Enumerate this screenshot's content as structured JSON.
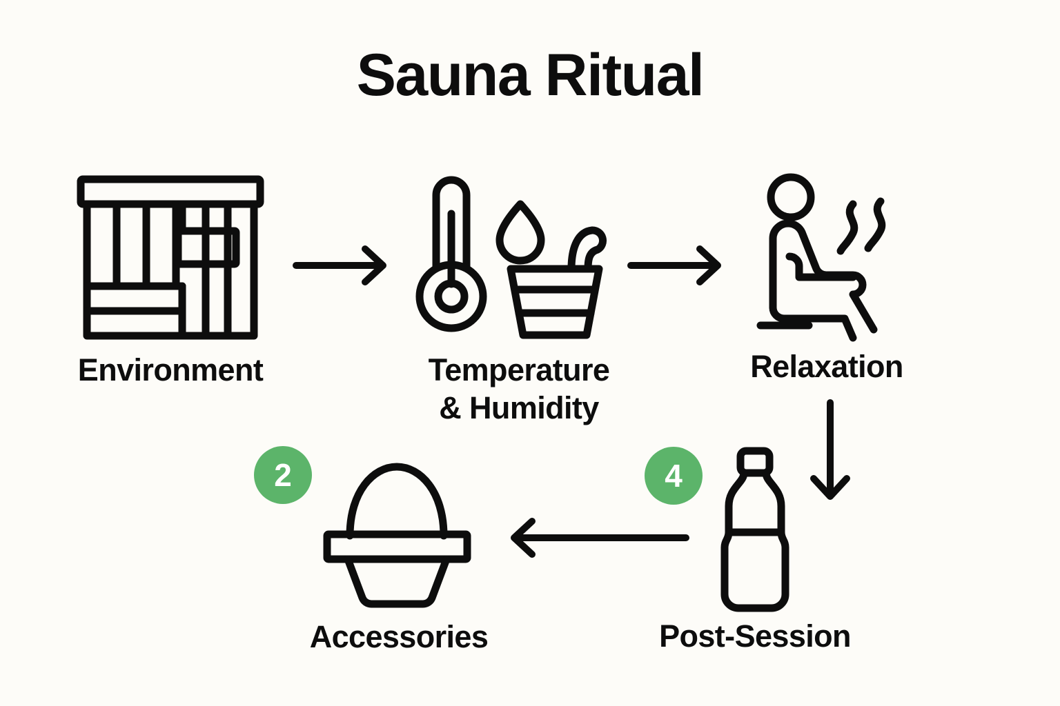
{
  "page": {
    "title": "Sauna Ritual",
    "background_color": "#fdfcf8",
    "ink_color": "#0d0d0d",
    "accent_color": "#5cb46a",
    "badge_text_color": "#ffffff"
  },
  "steps": [
    {
      "id": "environment",
      "label": "Environment",
      "icon": "sauna-cabin-icon",
      "badge": null
    },
    {
      "id": "temperature-humidity",
      "label": "Temperature\n& Humidity",
      "icon": "thermometer-droplet-bucket-icon",
      "badge": null
    },
    {
      "id": "relaxation",
      "label": "Relaxation",
      "icon": "seated-person-heatwaves-icon",
      "badge": null
    },
    {
      "id": "post-session",
      "label": "Post-Session",
      "icon": "water-bottle-icon",
      "badge": "4"
    },
    {
      "id": "accessories",
      "label": "Accessories",
      "icon": "sauna-basket-icon",
      "badge": "2"
    }
  ],
  "connectors": [
    {
      "id": "environment-to-temperature",
      "direction": "right"
    },
    {
      "id": "temperature-to-relaxation",
      "direction": "right"
    },
    {
      "id": "relaxation-to-post-session",
      "direction": "down"
    },
    {
      "id": "post-session-to-accessories",
      "direction": "left"
    }
  ]
}
